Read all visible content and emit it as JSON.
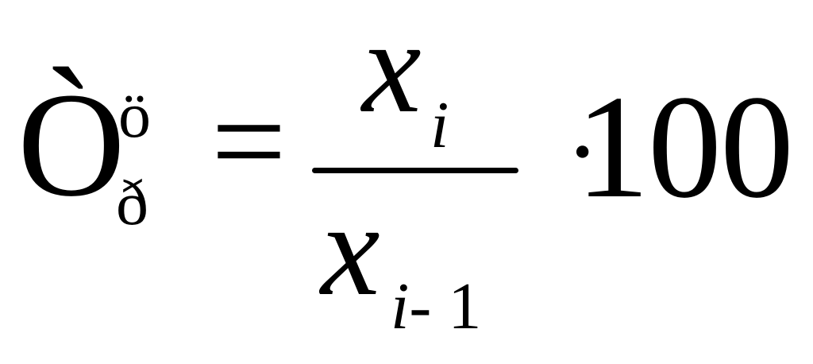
{
  "formula": {
    "lhs_main": "Ò",
    "lhs_sup": "ö",
    "lhs_sub": "ð",
    "equals": "=",
    "numerator_var": "x",
    "numerator_sub": "i",
    "denominator_var": "x",
    "denominator_sub_var": "i",
    "denominator_sub_rest": "- 1",
    "multiply": "·",
    "constant": "100"
  }
}
